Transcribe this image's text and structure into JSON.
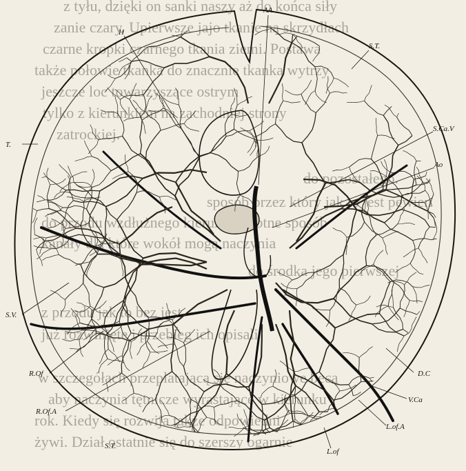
{
  "figure": {
    "bleed_through_text": [
      "z tyłu, dzięki on sanki naszy aż do końca siły",
      "zanie czary. Upierwsze jajo tkanie na skrzydłach",
      "czarne kropki czarnego tkania ziemi. Postawa",
      "także połowie tkanka do znacznie tkanka wytrzy",
      "jeszcze loc towarzyszące ostrym",
      "tylko z kierunkiem na zachodniej strony",
      "zatrockiej.",
      "do pozostałego.",
      "sposób przez który jak to jest pewien",
      "do przodu wzdłużnego kierunku istotne sposób",
      "kanały dla które wokół mogą naczynia",
      "do środka jego pierwszej",
      "z przodu jak to bez jest",
      "już rozwinięte i przebieg ich opisali",
      "w szczegółach przeplatającą się naczyniowe bęcą",
      "aby naczynia tętnicze wyrastające w kierunku",
      "rok. Kiedy się rozwija także odpowiedni",
      "żywi. Dział ostatnie się do szerszy ogarnie"
    ],
    "labels": {
      "AA": "AA",
      "H": "H",
      "ST_top": "S.T.",
      "SCaV": "S.Ca.V",
      "Ao": "Ao",
      "T": "T.",
      "SV": "S.V.",
      "ROf": "R.Of",
      "ROfA": "R.Of.A",
      "ST_bottom": "S.T.",
      "DC": "D.C",
      "VCa": "V.Ca",
      "LofA": "L.of.A",
      "Lof": "L.of"
    }
  }
}
